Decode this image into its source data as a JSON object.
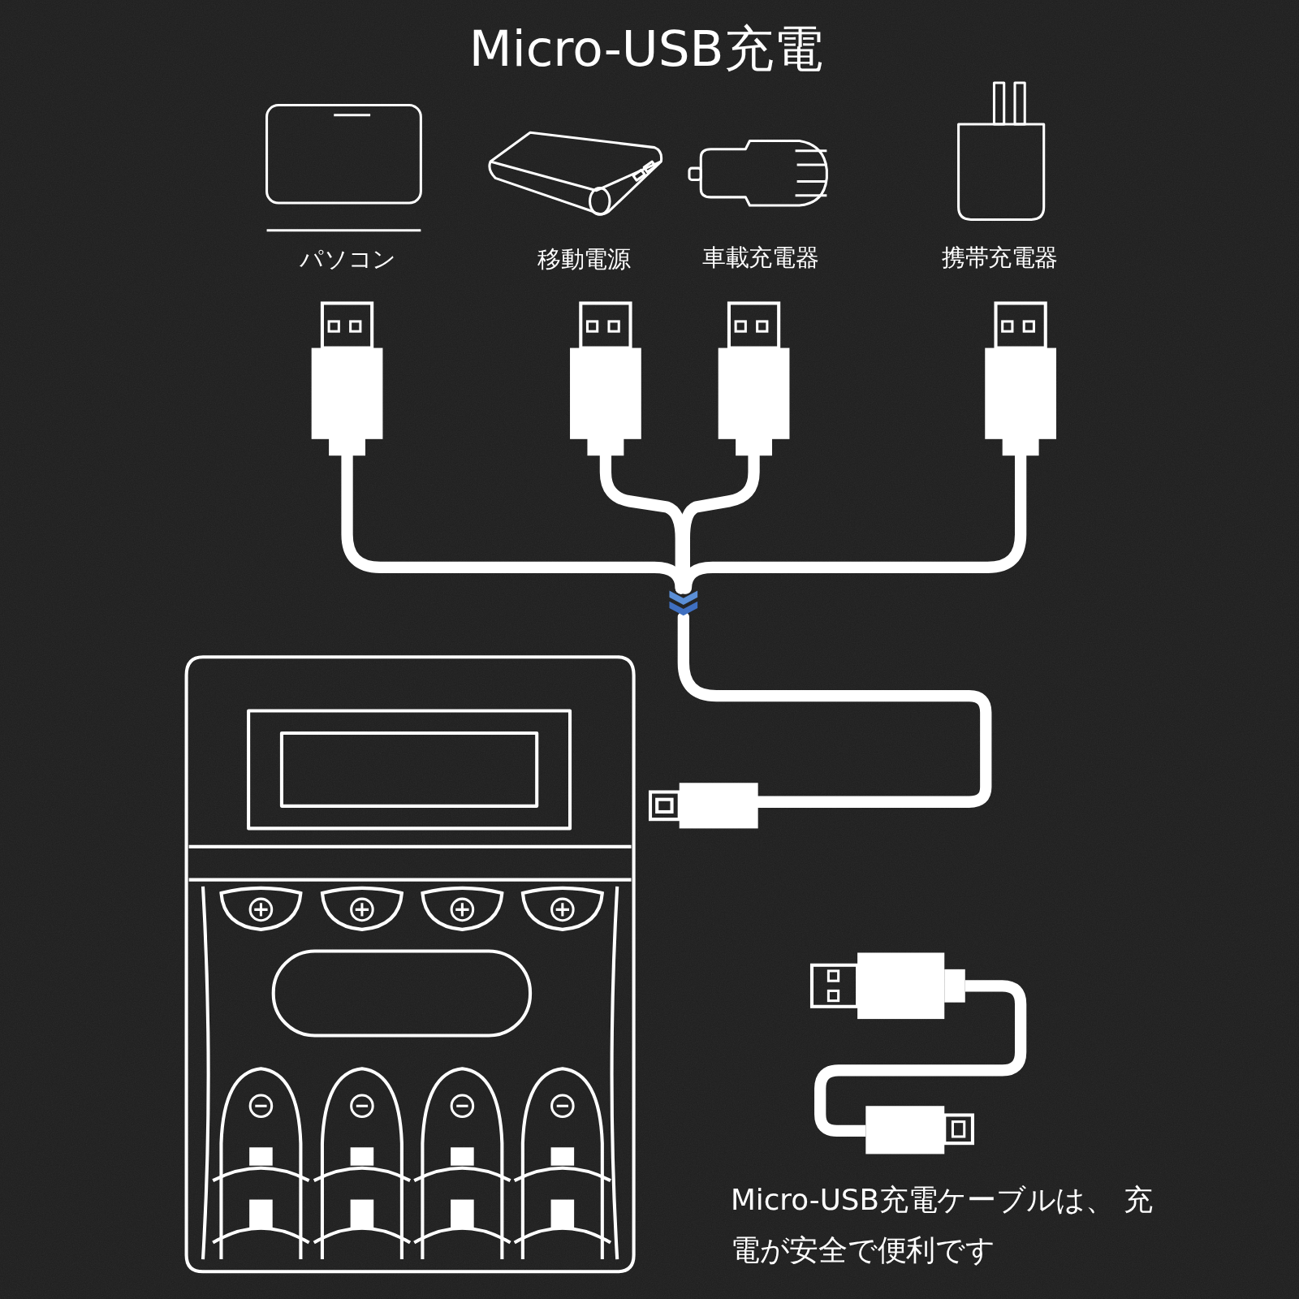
{
  "diagram": {
    "title": "Micro-USB充電",
    "labels": [
      "パソコン",
      "移動電源",
      "車載充電器",
      "携帯充電器",
      "Micro-USB充電ケーブルは、 充電が安全で便利です"
    ]
  }
}
